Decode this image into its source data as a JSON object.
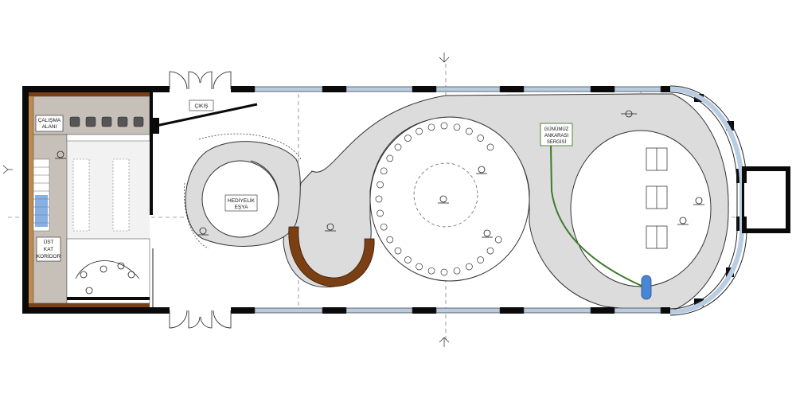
{
  "labels": {
    "exit": "ÇIKIŞ",
    "work_area": [
      "ÇALIŞMA",
      "ALANI"
    ],
    "gift_shop": [
      "HEDİYELİK",
      "EŞYA"
    ],
    "upper_corridor": [
      "ÜST",
      "KAT",
      "KORİDOR"
    ],
    "exhibition": [
      "GÜNÜMÜZ",
      "ANKARASI",
      "SERGİSİ"
    ]
  },
  "colors": {
    "wall": "#0a0a0a",
    "floor_ring": "#dcdcdc",
    "window_glass": "#b9cde2",
    "wood": "#7a3f12",
    "desk": "#c7c0b8",
    "green_line": "#3f7a2a",
    "blue_pill": "#4a86d6"
  },
  "icons": [
    "section-marker-icon",
    "person-icon",
    "chair-icon",
    "table-icon",
    "door-swing-icon"
  ]
}
